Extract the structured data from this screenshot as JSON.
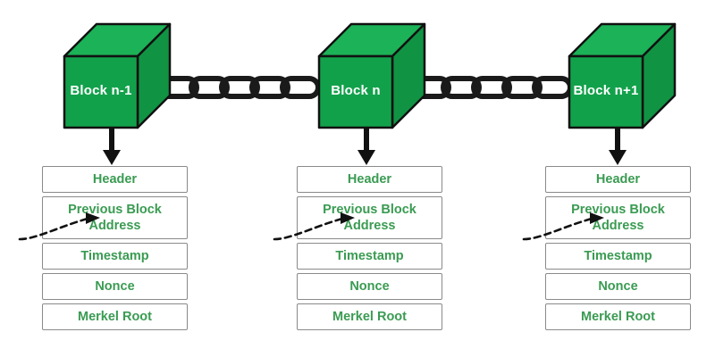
{
  "diagram": {
    "title": "Blockchain block structure chain",
    "background": "#ffffff",
    "colors": {
      "cube_front": "#12a14b",
      "cube_top": "#1cb257",
      "cube_side": "#109444",
      "cube_outline": "#111111",
      "cube_label_text": "#ffffff",
      "field_text": "#3a9b52",
      "field_border": "#8a8a8a",
      "arrow": "#111111",
      "chain": "#1a1a1a"
    },
    "blocks": [
      {
        "id": "block-n-1",
        "label": "Block n-1",
        "fields": [
          {
            "name": "header",
            "label": "Header",
            "lines": 1
          },
          {
            "name": "previous-block-address",
            "label": "Previous Block\nAddress",
            "lines": 2
          },
          {
            "name": "timestamp",
            "label": "Timestamp",
            "lines": 1
          },
          {
            "name": "nonce",
            "label": "Nonce",
            "lines": 1
          },
          {
            "name": "merkel-root",
            "label": "Merkel Root",
            "lines": 1
          }
        ]
      },
      {
        "id": "block-n",
        "label": "Block n",
        "fields": [
          {
            "name": "header",
            "label": "Header",
            "lines": 1
          },
          {
            "name": "previous-block-address",
            "label": "Previous Block\nAddress",
            "lines": 2
          },
          {
            "name": "timestamp",
            "label": "Timestamp",
            "lines": 1
          },
          {
            "name": "nonce",
            "label": "Nonce",
            "lines": 1
          },
          {
            "name": "merkel-root",
            "label": "Merkel Root",
            "lines": 1
          }
        ]
      },
      {
        "id": "block-n-plus-1",
        "label": "Block n+1",
        "fields": [
          {
            "name": "header",
            "label": "Header",
            "lines": 1
          },
          {
            "name": "previous-block-address",
            "label": "Previous Block\nAddress",
            "lines": 2
          },
          {
            "name": "timestamp",
            "label": "Timestamp",
            "lines": 1
          },
          {
            "name": "nonce",
            "label": "Nonce",
            "lines": 1
          },
          {
            "name": "merkel-root",
            "label": "Merkel Root",
            "lines": 1
          }
        ]
      }
    ],
    "connectors": {
      "chain_segments": 2,
      "links_per_segment": 4,
      "down_arrows": 3,
      "dashed_arrows": 3
    }
  }
}
